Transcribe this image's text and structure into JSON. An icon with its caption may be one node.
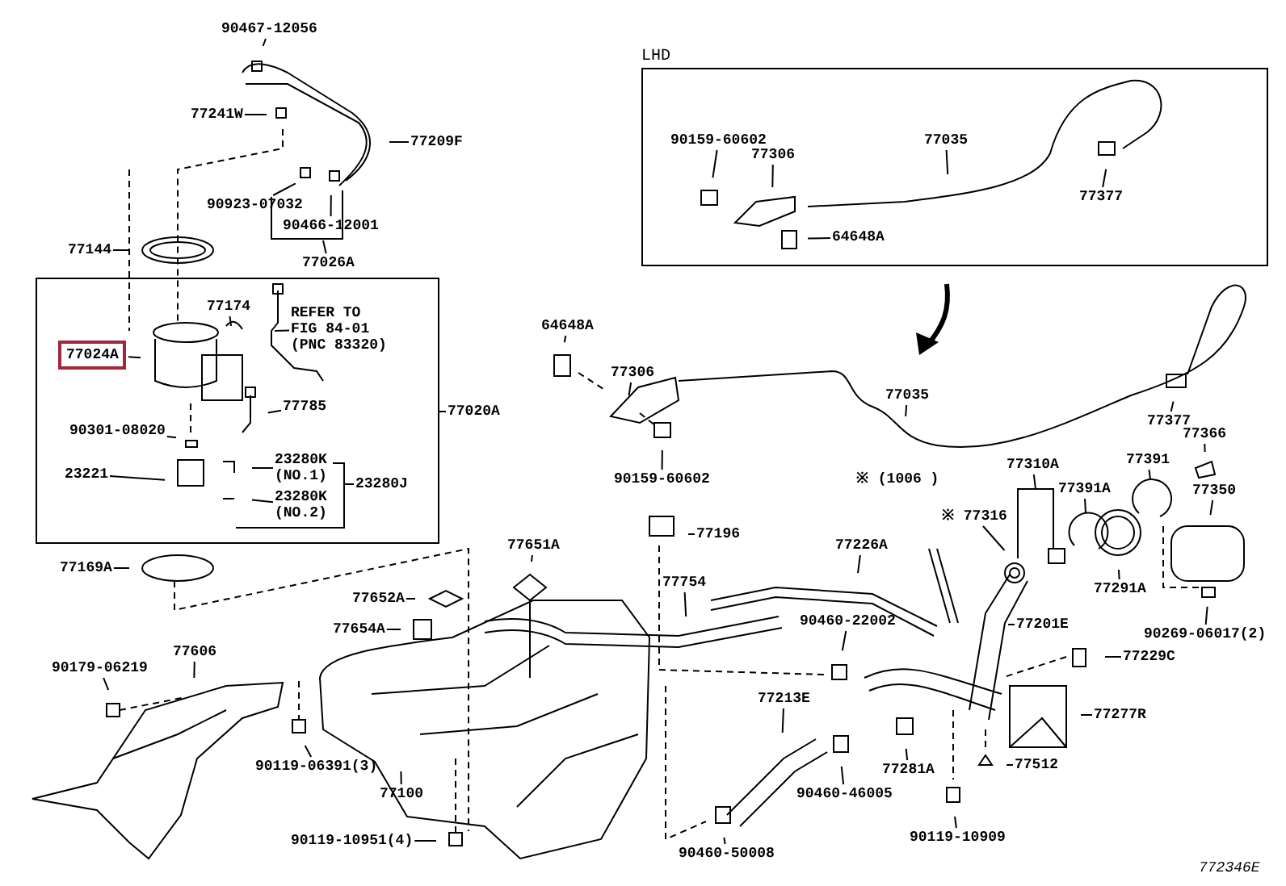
{
  "diagram": {
    "nodes": [
      {
        "text": [
          "LHD"
        ]
      },
      {
        "text": [
          "90159-60602"
        ],
        "in": 0
      },
      {
        "text": [
          "77306"
        ],
        "in": 0
      },
      {
        "text": [
          "77035"
        ],
        "in": 0
      },
      {
        "text": [
          "77377"
        ],
        "in": 0
      },
      {
        "text": [
          "64648A"
        ],
        "in": 0
      },
      {
        "text": [
          "90467-12056"
        ]
      },
      {
        "text": [
          "77241W"
        ]
      },
      {
        "text": [
          "77209F"
        ]
      },
      {
        "text": [
          "90923-07032"
        ]
      },
      {
        "text": [
          "90466-12001"
        ]
      },
      {
        "text": [
          "77026A"
        ]
      },
      {
        "text": [
          "77144"
        ]
      },
      {
        "text": [],
        "shape": "box"
      },
      {
        "text": [
          "77174"
        ],
        "in": 13
      },
      {
        "text": [
          "REFER TO FIG 84-01 (PNC 83320)"
        ],
        "in": 13
      },
      {
        "text": [
          "77024A"
        ],
        "in": 13
      },
      {
        "text": [
          "77785"
        ],
        "in": 13
      },
      {
        "text": [
          "90301-08020"
        ],
        "in": 13
      },
      {
        "text": [
          "23221"
        ],
        "in": 13
      },
      {
        "text": [
          "23280K (NO.1)"
        ],
        "in": 13
      },
      {
        "text": [
          "23280K (NO.2)"
        ],
        "in": 13
      },
      {
        "text": [
          "23280J"
        ],
        "in": 13
      },
      {
        "text": [
          "77020A"
        ]
      },
      {
        "text": [
          "64648A"
        ]
      },
      {
        "text": [
          "77306"
        ]
      },
      {
        "text": [
          "77035"
        ]
      },
      {
        "text": [
          "77377"
        ]
      },
      {
        "text": [
          "90159-60602"
        ]
      },
      {
        "text": [
          "77366"
        ]
      },
      {
        "text": [
          "77391"
        ]
      },
      {
        "text": [
          "77350"
        ]
      },
      {
        "text": [
          "77310A"
        ]
      },
      {
        "text": [
          "77391A"
        ]
      },
      {
        "text": [
          "※ 77316"
        ]
      },
      {
        "text": [
          "77291A"
        ]
      },
      {
        "text": [
          "77169A"
        ]
      },
      {
        "text": [
          "77651A"
        ]
      },
      {
        "text": [
          "77196"
        ]
      },
      {
        "text": [
          "77226A"
        ]
      },
      {
        "text": [
          "77652A"
        ]
      },
      {
        "text": [
          "77754"
        ]
      },
      {
        "text": [
          "77201E"
        ]
      },
      {
        "text": [
          "90269-06017(2)"
        ]
      },
      {
        "text": [
          "77654A"
        ]
      },
      {
        "text": [
          "90460-22002"
        ]
      },
      {
        "text": [
          "77229C"
        ]
      },
      {
        "text": [
          "90179-06219"
        ]
      },
      {
        "text": [
          "77606"
        ]
      },
      {
        "text": [
          "77213E"
        ]
      },
      {
        "text": [
          "77277R"
        ]
      },
      {
        "text": [
          "77281A"
        ]
      },
      {
        "text": [
          "77512"
        ]
      },
      {
        "text": [
          "90119-06391(3)"
        ]
      },
      {
        "text": [
          "90460-46005"
        ]
      },
      {
        "text": [
          "77100"
        ]
      },
      {
        "text": [
          "90119-10909"
        ]
      },
      {
        "text": [
          "90119-10951(4)"
        ]
      },
      {
        "text": [
          "90460-50008"
        ]
      }
    ],
    "edges": [
      {
        "from": 1,
        "to": null,
        "arrow": "none"
      },
      {
        "from": 2,
        "to": null,
        "arrow": "none"
      },
      {
        "from": 3,
        "to": null,
        "arrow": "none"
      },
      {
        "from": 4,
        "to": null,
        "arrow": "none"
      },
      {
        "from": 5,
        "to": null,
        "arrow": "none"
      },
      {
        "from": 6,
        "to": null,
        "arrow": "none"
      },
      {
        "from": 7,
        "to": null,
        "arrow": "none"
      },
      {
        "from": 8,
        "to": null,
        "arrow": "none"
      },
      {
        "from": 9,
        "to": null,
        "arrow": "none"
      },
      {
        "from": 10,
        "to": null,
        "arrow": "none"
      },
      {
        "from": 11,
        "to": null,
        "arrow": "none"
      },
      {
        "from": 12,
        "to": null,
        "arrow": "none"
      },
      {
        "from": 14,
        "to": null,
        "arrow": "none"
      },
      {
        "from": 15,
        "to": null,
        "arrow": "none"
      },
      {
        "from": 16,
        "to": null,
        "arrow": "none"
      },
      {
        "from": 17,
        "to": null,
        "arrow": "none"
      },
      {
        "from": 18,
        "to": null,
        "arrow": "none"
      },
      {
        "from": 19,
        "to": null,
        "arrow": "none"
      },
      {
        "from": 20,
        "to": null,
        "arrow": "none"
      },
      {
        "from": 21,
        "to": null,
        "arrow": "none"
      },
      {
        "from": 22,
        "to": null,
        "arrow": "none"
      },
      {
        "from": 23,
        "to": 13,
        "arrow": "none"
      },
      {
        "from": 24,
        "to": null,
        "arrow": "none"
      },
      {
        "from": 25,
        "to": null,
        "arrow": "none"
      },
      {
        "from": 26,
        "to": null,
        "arrow": "none"
      },
      {
        "from": 27,
        "to": null,
        "arrow": "none"
      },
      {
        "from": 28,
        "to": null,
        "arrow": "none"
      },
      {
        "from": 29,
        "to": null,
        "arrow": "none"
      },
      {
        "from": 30,
        "to": null,
        "arrow": "none"
      },
      {
        "from": 31,
        "to": null,
        "arrow": "none"
      },
      {
        "from": 32,
        "to": null,
        "arrow": "none"
      },
      {
        "from": 33,
        "to": null,
        "arrow": "none"
      },
      {
        "from": 34,
        "to": null,
        "arrow": "none"
      },
      {
        "from": 35,
        "to": null,
        "arrow": "none"
      },
      {
        "from": 36,
        "to": null,
        "arrow": "none"
      },
      {
        "from": 37,
        "to": null,
        "arrow": "none"
      },
      {
        "from": 38,
        "to": null,
        "arrow": "none"
      },
      {
        "from": 39,
        "to": null,
        "arrow": "none"
      },
      {
        "from": 40,
        "to": null,
        "arrow": "none"
      },
      {
        "from": 41,
        "to": null,
        "arrow": "none"
      },
      {
        "from": 42,
        "to": null,
        "arrow": "none"
      },
      {
        "from": 43,
        "to": null,
        "arrow": "none"
      },
      {
        "from": 44,
        "to": null,
        "arrow": "none"
      },
      {
        "from": 45,
        "to": null,
        "arrow": "none"
      },
      {
        "from": 46,
        "to": null,
        "arrow": "none"
      },
      {
        "from": 47,
        "to": null,
        "arrow": "none"
      },
      {
        "from": 48,
        "to": null,
        "arrow": "none"
      },
      {
        "from": 49,
        "to": null,
        "arrow": "none"
      },
      {
        "from": 50,
        "to": null,
        "arrow": "none"
      },
      {
        "from": 51,
        "to": null,
        "arrow": "none"
      },
      {
        "from": 52,
        "to": null,
        "arrow": "none"
      },
      {
        "from": 53,
        "to": null,
        "arrow": "none"
      },
      {
        "from": 54,
        "to": null,
        "arrow": "none"
      },
      {
        "from": 55,
        "to": null,
        "arrow": "none"
      },
      {
        "from": 56,
        "to": null,
        "arrow": "none"
      },
      {
        "from": 57,
        "to": null,
        "arrow": "none"
      },
      {
        "from": 58,
        "to": null,
        "arrow": "none"
      }
    ],
    "labels": [
      "※ (1006 )",
      "772346E"
    ]
  }
}
